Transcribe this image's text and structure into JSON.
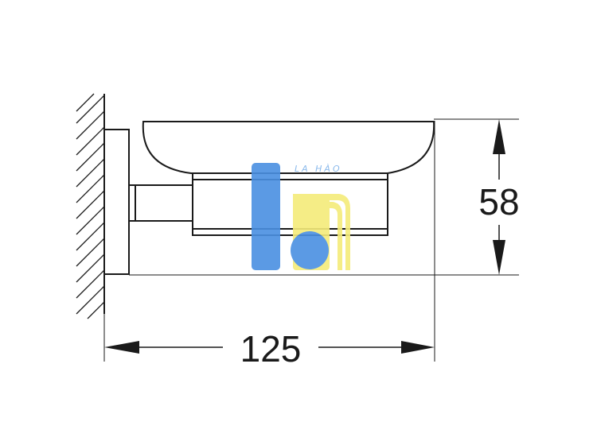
{
  "drawing": {
    "dimensions": {
      "width_label": "125",
      "height_label": "58"
    },
    "watermark": {
      "text": "LA HÀO",
      "colors": {
        "blue": "#4a90e2",
        "yellow": "#f5ec7a"
      }
    },
    "line_color": "#1a1a1a"
  }
}
